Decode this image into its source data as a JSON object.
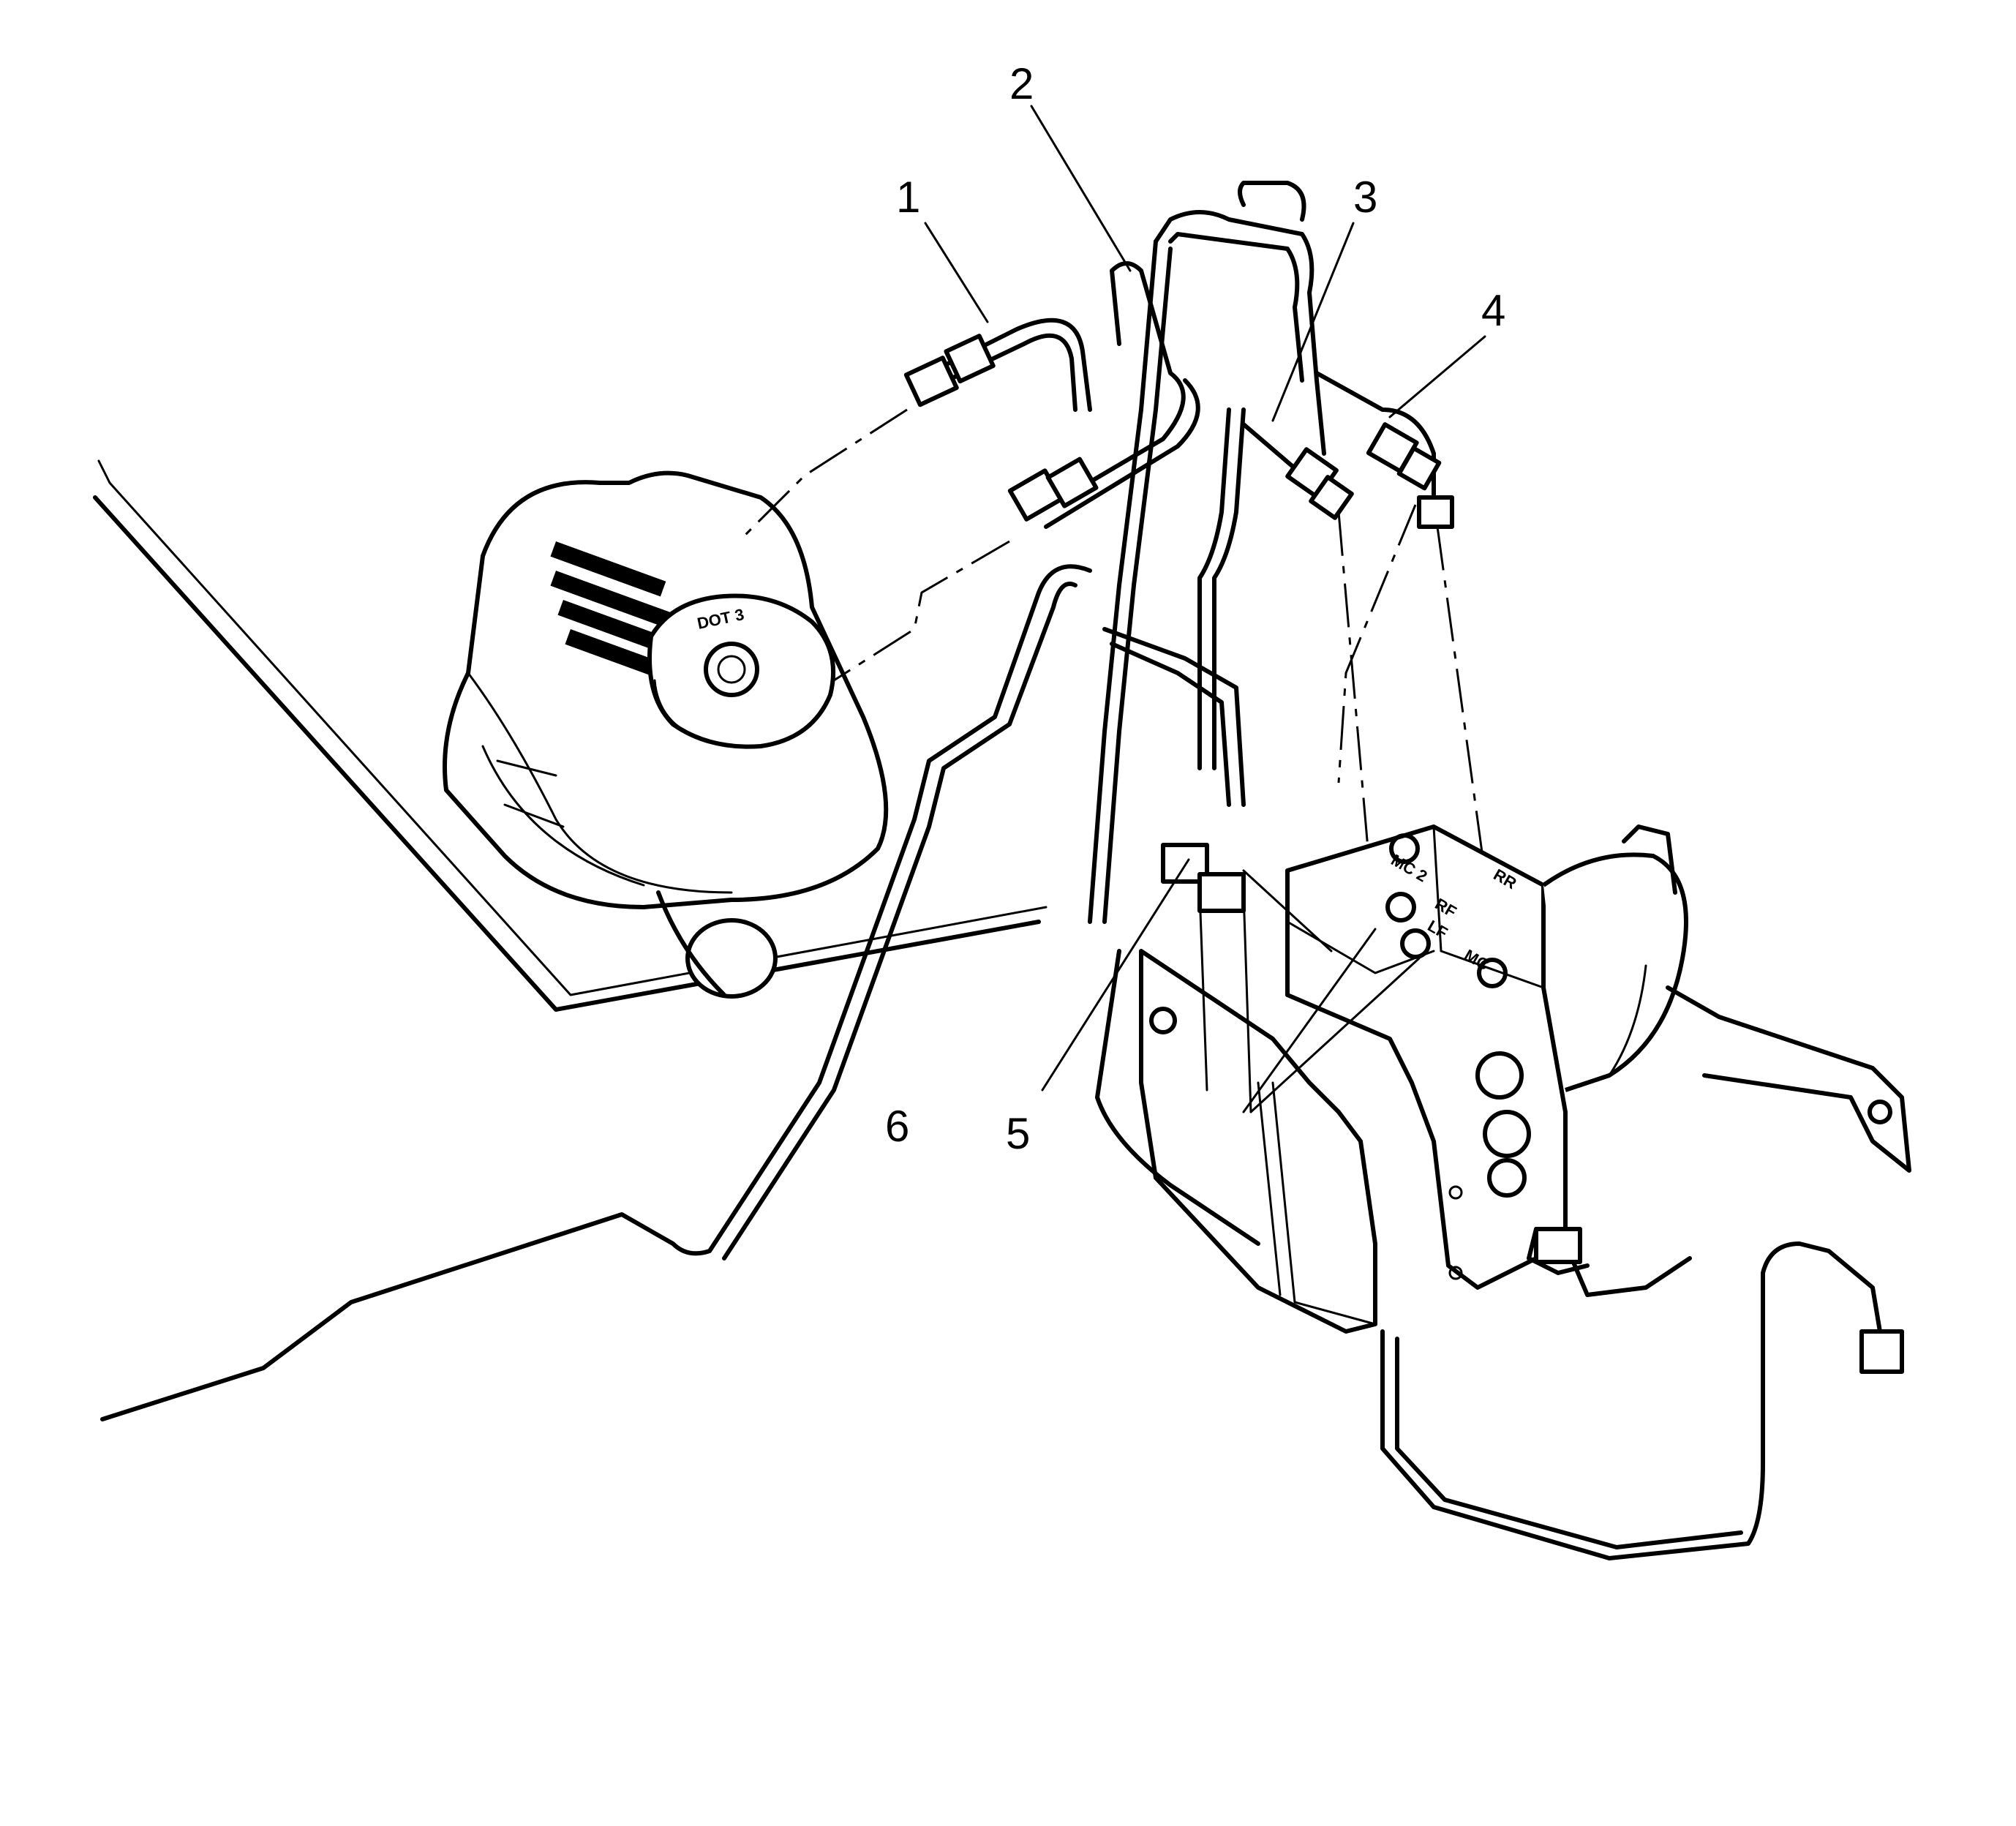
{
  "callouts": [
    {
      "label": "1"
    },
    {
      "label": "2"
    },
    {
      "label": "3"
    },
    {
      "label": "4"
    },
    {
      "label": "5"
    },
    {
      "label": "6"
    }
  ],
  "reservoir_cap": {
    "text": "DOT 3"
  },
  "modulator_ports": [
    {
      "label": "MC 2"
    },
    {
      "label": "RF"
    },
    {
      "label": "LF"
    },
    {
      "label": "MC"
    },
    {
      "label": "RR"
    }
  ]
}
